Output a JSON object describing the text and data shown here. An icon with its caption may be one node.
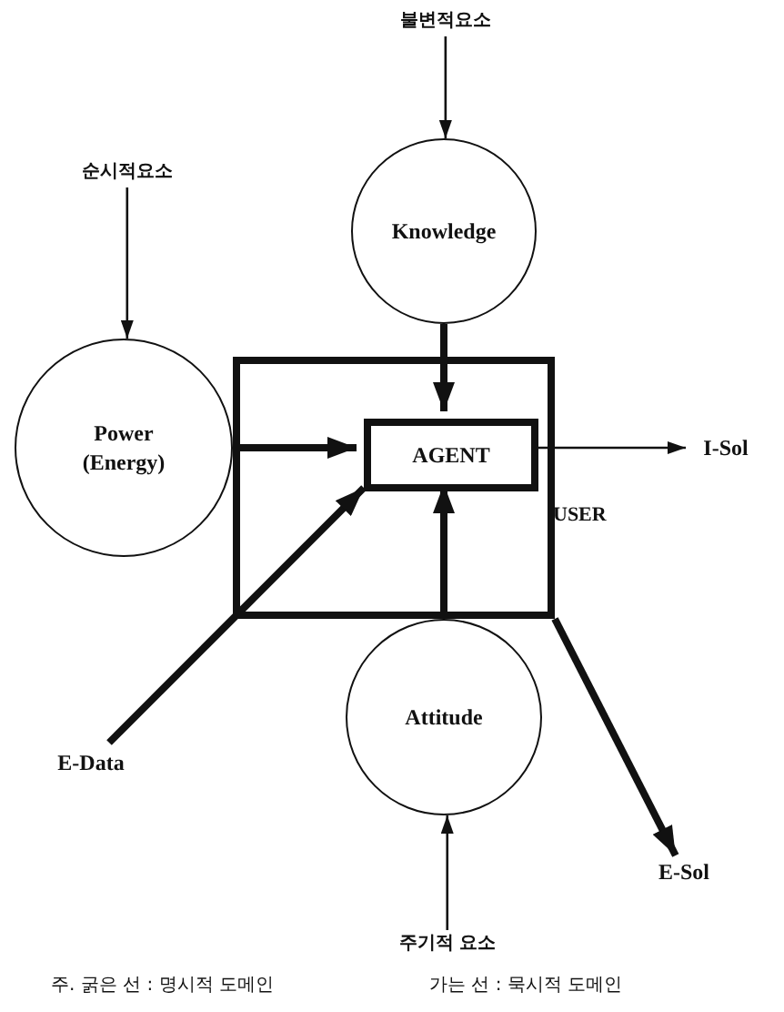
{
  "diagram": {
    "nodes": [
      {
        "text": [
          "불변적요소"
        ]
      },
      {
        "text": [
          "Knowledge"
        ]
      },
      {
        "text": [
          "순시적요소"
        ]
      },
      {
        "text": [
          "Power (Energy)"
        ]
      },
      {
        "text": [
          "USER"
        ]
      },
      {
        "text": [
          "AGENT"
        ],
        "in": 4
      },
      {
        "text": [
          "Attitude"
        ]
      },
      {
        "text": [
          "E-Data"
        ]
      },
      {
        "text": [
          "I-Sol"
        ]
      },
      {
        "text": [
          "E-Sol"
        ]
      },
      {
        "text": [
          "주기적 요소"
        ]
      }
    ],
    "edges": [
      {
        "from": 0,
        "to": 1,
        "arrow": "to"
      },
      {
        "from": 2,
        "to": 3,
        "arrow": "to"
      },
      {
        "from": 10,
        "to": 6,
        "arrow": "to"
      },
      {
        "from": 1,
        "to": 5,
        "arrow": "to"
      },
      {
        "from": 3,
        "to": 5,
        "arrow": "to"
      },
      {
        "from": 6,
        "to": 5,
        "arrow": "to"
      },
      {
        "from": 7,
        "to": 5,
        "arrow": "to"
      },
      {
        "from": 5,
        "to": 8,
        "arrow": "to"
      },
      {
        "from": 4,
        "to": 9,
        "arrow": "to"
      }
    ],
    "labels": [
      "주. 굵은 선 : 명시적 도메인",
      "가는 선 : 묵시적 도메인"
    ]
  }
}
